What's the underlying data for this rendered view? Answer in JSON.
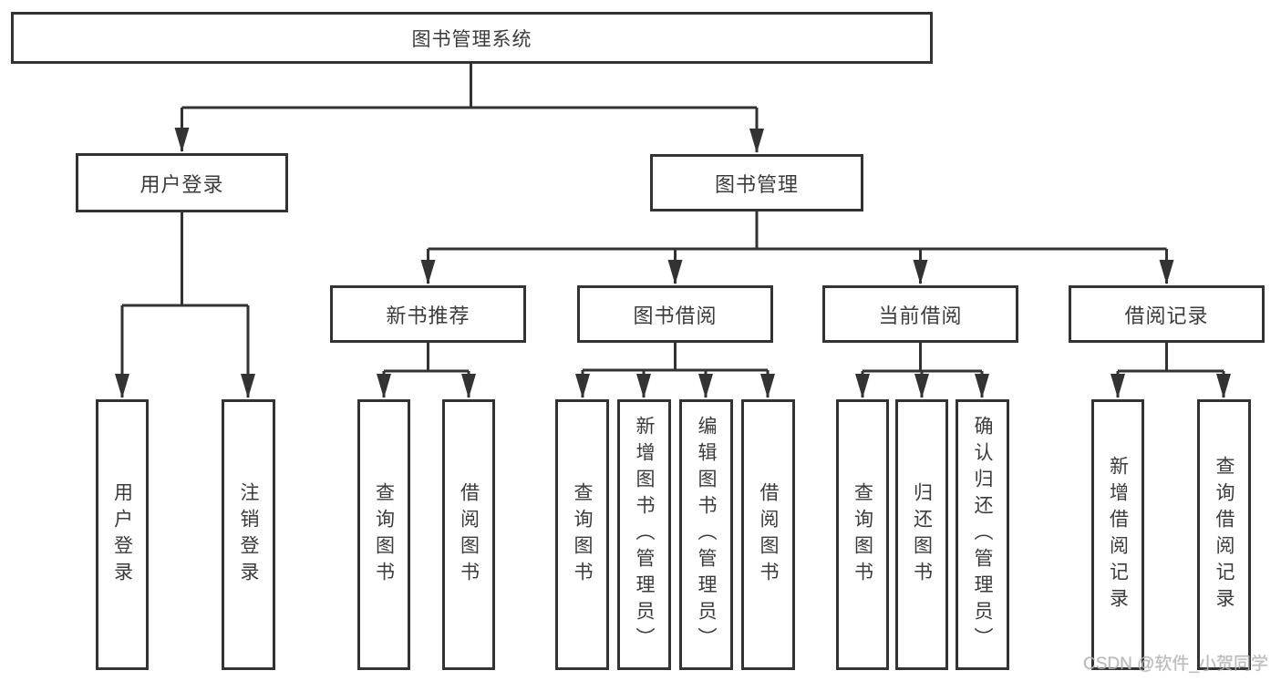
{
  "diagram": {
    "root": {
      "label": "图书管理系统",
      "children": [
        {
          "label": "用户登录",
          "children": [
            {
              "label": "用户登录"
            },
            {
              "label": "注销登录"
            }
          ]
        },
        {
          "label": "图书管理",
          "children": [
            {
              "label": "新书推荐",
              "children": [
                {
                  "label": "查询图书"
                },
                {
                  "label": "借阅图书"
                }
              ]
            },
            {
              "label": "图书借阅",
              "children": [
                {
                  "label": "查询图书"
                },
                {
                  "label": "新增图书（管理员）"
                },
                {
                  "label": "编辑图书（管理员）"
                },
                {
                  "label": "借阅图书"
                }
              ]
            },
            {
              "label": "当前借阅",
              "children": [
                {
                  "label": "查询图书"
                },
                {
                  "label": "归还图书"
                },
                {
                  "label": "确认归还（管理员）"
                }
              ]
            },
            {
              "label": "借阅记录",
              "children": [
                {
                  "label": "新增借阅记录"
                },
                {
                  "label": "查询借阅记录"
                }
              ]
            }
          ]
        }
      ]
    },
    "watermark": "CSDN @软件_小贺同学",
    "colors": {
      "line": "#333333",
      "text": "#3b3b3b",
      "watermark": "#b5b5b5",
      "background": "#ffffff"
    }
  }
}
